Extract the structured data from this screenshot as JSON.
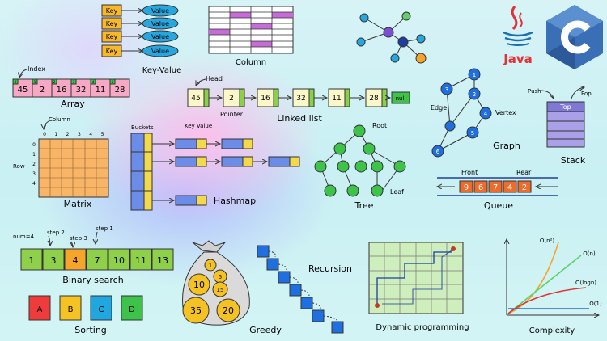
{
  "keyvalue": {
    "key_label": "Key",
    "value_label": "Value",
    "caption": "Key-Value"
  },
  "column": {
    "caption": "Column"
  },
  "logos": {
    "java_label": "Java",
    "colors": {
      "java_red": "#e23237",
      "java_blue": "#1a6fb0",
      "c_blue": "#3a6fb5"
    }
  },
  "array": {
    "index_label": "Index",
    "values": [
      "45",
      "2",
      "16",
      "32",
      "11",
      "28"
    ],
    "indices": [
      "0",
      "1",
      "2",
      "3",
      "4",
      "5"
    ],
    "caption": "Array"
  },
  "linked_list": {
    "head_label": "Head",
    "pointer_label": "Pointer",
    "values": [
      "45",
      "2",
      "16",
      "32",
      "11",
      "28"
    ],
    "null_label": "null",
    "caption": "Linked list"
  },
  "graph": {
    "edge_label": "Edge",
    "vertex_label": "Vertex",
    "nodes": [
      "1",
      "2",
      "3",
      "4",
      "5",
      "6"
    ],
    "caption": "Graph"
  },
  "stack": {
    "push_label": "Push",
    "pop_label": "Pop",
    "top_label": "Top",
    "caption": "Stack"
  },
  "matrix": {
    "column_label": "Column",
    "row_label": "Row",
    "col_indices": [
      "0",
      "1",
      "2",
      "3",
      "4",
      "5"
    ],
    "row_indices": [
      "0",
      "1",
      "2",
      "3",
      "4"
    ],
    "caption": "Matrix"
  },
  "hashmap": {
    "buckets_label": "Buckets",
    "keyvalue_label": "Key Value",
    "caption": "Hashmap"
  },
  "tree": {
    "root_label": "Root",
    "leaf_label": "Leaf",
    "caption": "Tree"
  },
  "queue": {
    "front_label": "Front",
    "rear_label": "Rear",
    "values": [
      "9",
      "6",
      "7",
      "4",
      "2"
    ],
    "caption": "Queue"
  },
  "binary_search": {
    "num_label": "num=4",
    "step1_label": "step 1",
    "step2_label": "step 2",
    "step3_label": "step 3",
    "values": [
      "1",
      "3",
      "4",
      "7",
      "10",
      "11",
      "13"
    ],
    "caption": "Binary search"
  },
  "sorting": {
    "items": [
      "A",
      "B",
      "C",
      "D"
    ],
    "caption": "Sorting"
  },
  "greedy": {
    "coins": [
      "1",
      "5",
      "10",
      "15",
      "35",
      "20"
    ],
    "caption": "Greedy"
  },
  "recursion": {
    "caption": "Recursion"
  },
  "dynamic_programming": {
    "caption": "Dynamic programming"
  },
  "complexity": {
    "labels": [
      "O(n²)",
      "O(n)",
      "O(logn)",
      "O(1)"
    ],
    "caption": "Complexity"
  }
}
